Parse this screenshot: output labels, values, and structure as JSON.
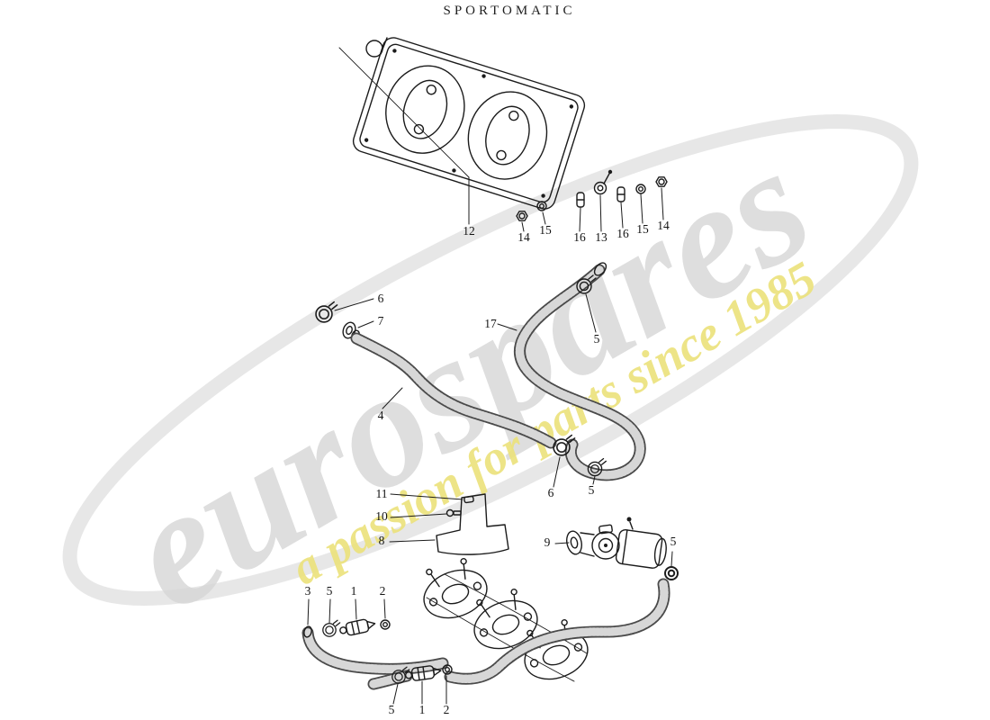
{
  "page": {
    "title": "SPORTOMATIC",
    "background_color": "#ffffff",
    "line_color": "#1b1b1b"
  },
  "watermark": {
    "brand": "eurospares",
    "tagline": "a passion for parts since 1985",
    "brand_color": "#d6d6d6",
    "tagline_color": "#ece27b",
    "swoosh_color": "#e4e4e4"
  },
  "callouts": [
    {
      "label": "12"
    },
    {
      "label": "14"
    },
    {
      "label": "15"
    },
    {
      "label": "16"
    },
    {
      "label": "13"
    },
    {
      "label": "16"
    },
    {
      "label": "15"
    },
    {
      "label": "14"
    },
    {
      "label": "6"
    },
    {
      "label": "7"
    },
    {
      "label": "17"
    },
    {
      "label": "5"
    },
    {
      "label": "4"
    },
    {
      "label": "6"
    },
    {
      "label": "5"
    },
    {
      "label": "11"
    },
    {
      "label": "10"
    },
    {
      "label": "8"
    },
    {
      "label": "9"
    },
    {
      "label": "5"
    },
    {
      "label": "3"
    },
    {
      "label": "5"
    },
    {
      "label": "1"
    },
    {
      "label": "2"
    },
    {
      "label": "5"
    },
    {
      "label": "1"
    },
    {
      "label": "2"
    }
  ]
}
